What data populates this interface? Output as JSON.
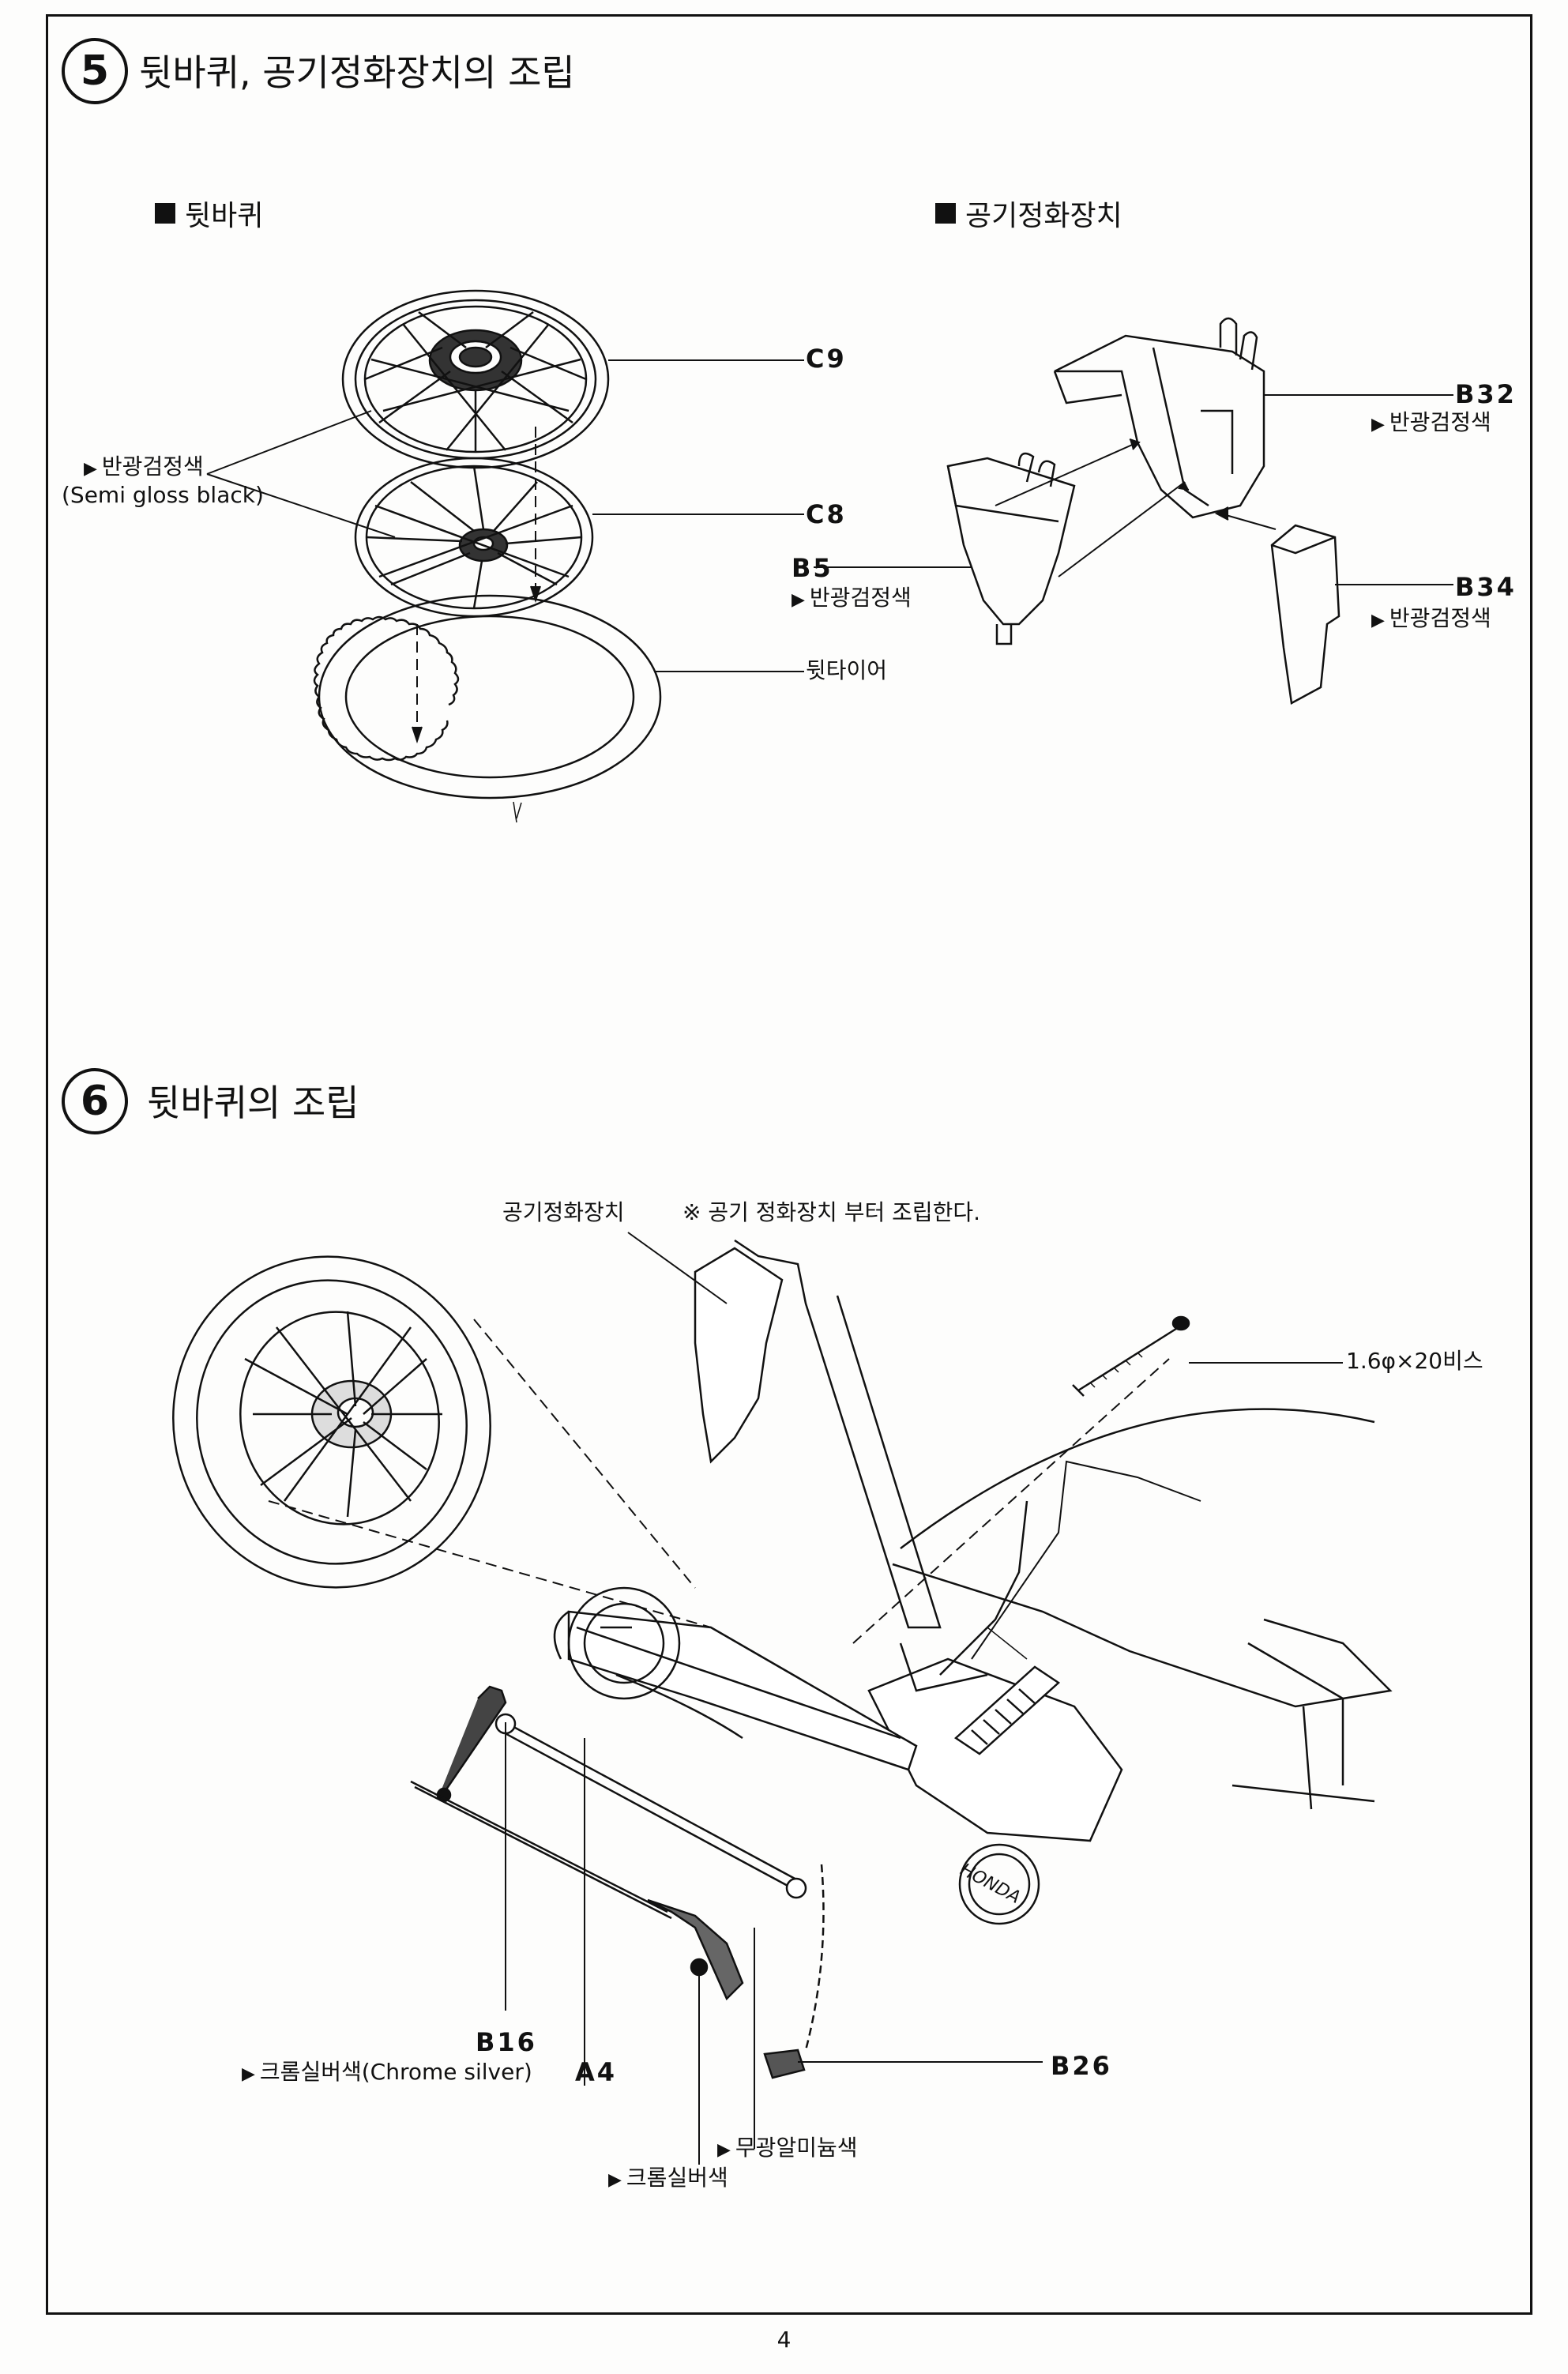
{
  "step5": {
    "number": "5",
    "title": "뒷바퀴, 공기정화장치의 조립",
    "rear_wheel_heading": "뒷바퀴",
    "air_cleaner_heading": "공기정화장치",
    "parts": {
      "c9": "C9",
      "c8": "C8",
      "tire": "뒷타이어",
      "b32": "B32",
      "b5": "B5",
      "b34": "B34"
    },
    "color_notes": {
      "wheel_color_ko": "반광검정색",
      "wheel_color_en": "(Semi gloss black)",
      "b32_color": "반광검정색",
      "b5_color": "반광검정색",
      "b34_color": "반광검정색"
    }
  },
  "step6": {
    "number": "6",
    "title": "뒷바퀴의 조립",
    "air_cleaner_label": "공기정화장치",
    "note": "※ 공기 정화장치 부터 조립한다.",
    "screw_label": "1.6φ×20비스",
    "parts": {
      "b16": "B16",
      "a4": "A4",
      "b26": "B26"
    },
    "color_notes": {
      "b16_color": "크롬실버색(Chrome silver)",
      "matte_aluminum": "무광알미늄색",
      "chrome_silver": "크롬실버색"
    },
    "engine_brand": "HONDA"
  },
  "page_number": "4",
  "icons": {
    "color_marker": "triangle-right-icon",
    "heading_marker": "black-square-icon"
  }
}
